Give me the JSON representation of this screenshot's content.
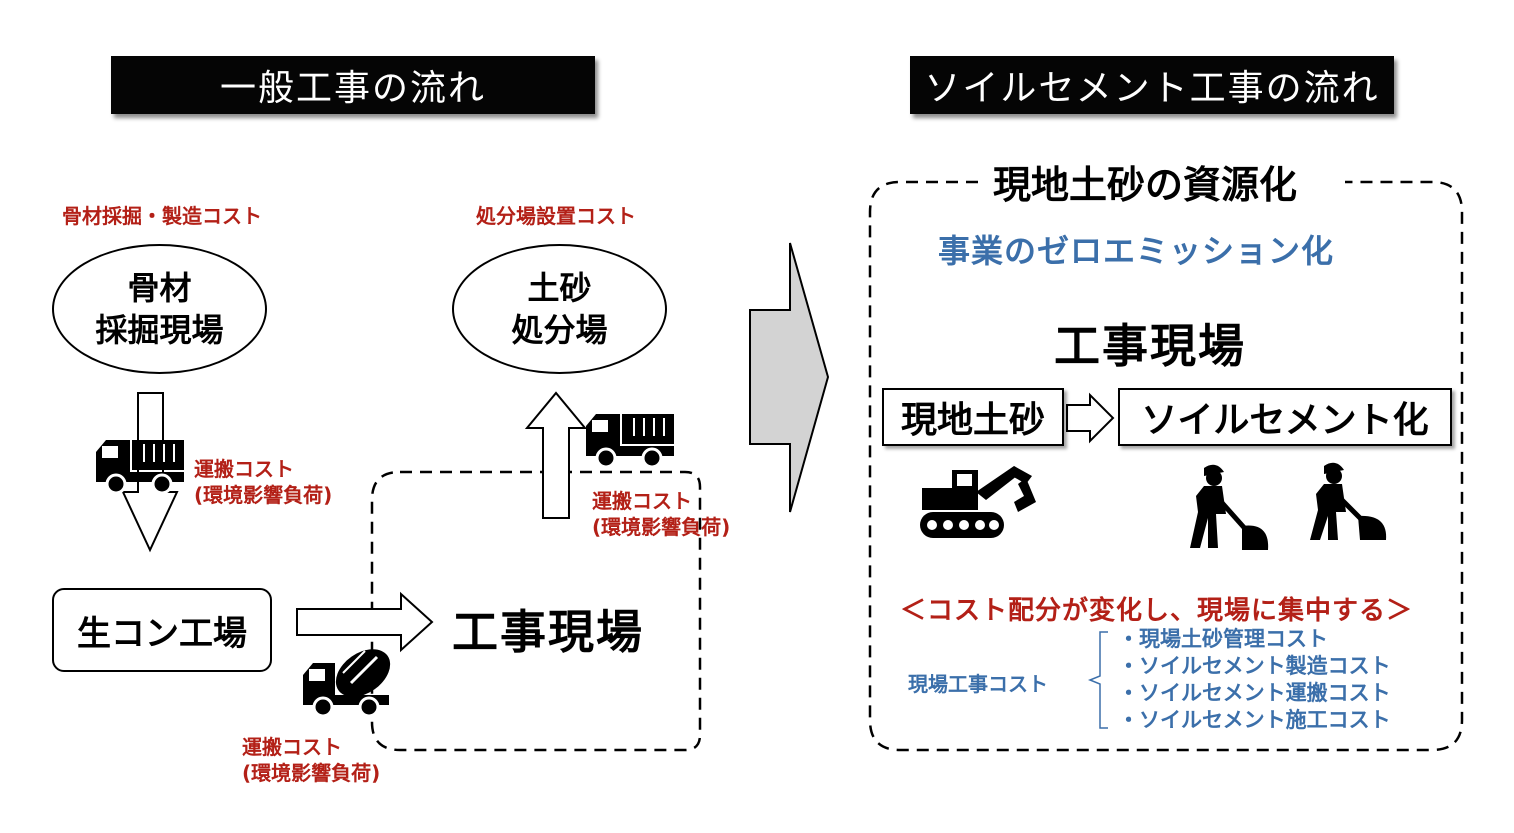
{
  "left_title": "一般工事の流れ",
  "right_title": "ソイルセメント工事の流れ",
  "left": {
    "cost_aggregate": "骨材採掘・製造コスト",
    "cost_disposal": "処分場設置コスト",
    "aggregate_site_line1": "骨材",
    "aggregate_site_line2": "採掘現場",
    "disposal_site_line1": "土砂",
    "disposal_site_line2": "処分場",
    "transport_1_line1": "運搬コスト",
    "transport_1_line2": "(環境影響負荷)",
    "transport_2_line1": "運搬コスト",
    "transport_2_line2": "(環境影響負荷)",
    "transport_3_line1": "運搬コスト",
    "transport_3_line2": "(環境影響負荷)",
    "concrete_plant": "生コン工場",
    "construction_site": "工事現場"
  },
  "right": {
    "frame_title": "現地土砂の資源化",
    "zero_emission": "事業のゼロエミッション化",
    "construction_site": "工事現場",
    "local_soil": "現地土砂",
    "soil_cement": "ソイルセメント化",
    "cost_change": "＜コスト配分が変化し、現場に集中する＞",
    "site_cost_label": "現場工事コスト",
    "site_costs": [
      "・現場土砂管理コスト",
      "・ソイルセメント製造コスト",
      "・ソイルセメント運搬コスト",
      "・ソイルセメント施工コスト"
    ]
  },
  "colors": {
    "cost_red": "#b32017",
    "accent_blue": "#3b6faa",
    "arrow_gray": "#d3d3d3"
  },
  "icons": [
    "dump-truck-icon",
    "dump-truck-icon",
    "mixer-truck-icon",
    "excavator-icon",
    "worker-shovel-icon",
    "worker-shovel-icon"
  ]
}
